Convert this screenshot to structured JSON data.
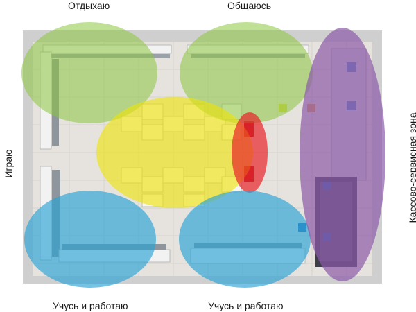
{
  "zones": [
    {
      "id": "rest",
      "label": "Отдыхаю",
      "color": "#8cc63f"
    },
    {
      "id": "communicate",
      "label": "Общаюсь",
      "color": "#8cc63f"
    },
    {
      "id": "play",
      "label": "Играю",
      "color": "#e8e000"
    },
    {
      "id": "checkout",
      "label": "Кассово-сервисная зона",
      "color": "#8b5aa8"
    },
    {
      "id": "study-left",
      "label": "Учусь и работаю",
      "color": "#29a3d6"
    },
    {
      "id": "study-right",
      "label": "Учусь и работаю",
      "color": "#29a3d6"
    },
    {
      "id": "promo",
      "label": "",
      "color": "#e8232a"
    }
  ]
}
